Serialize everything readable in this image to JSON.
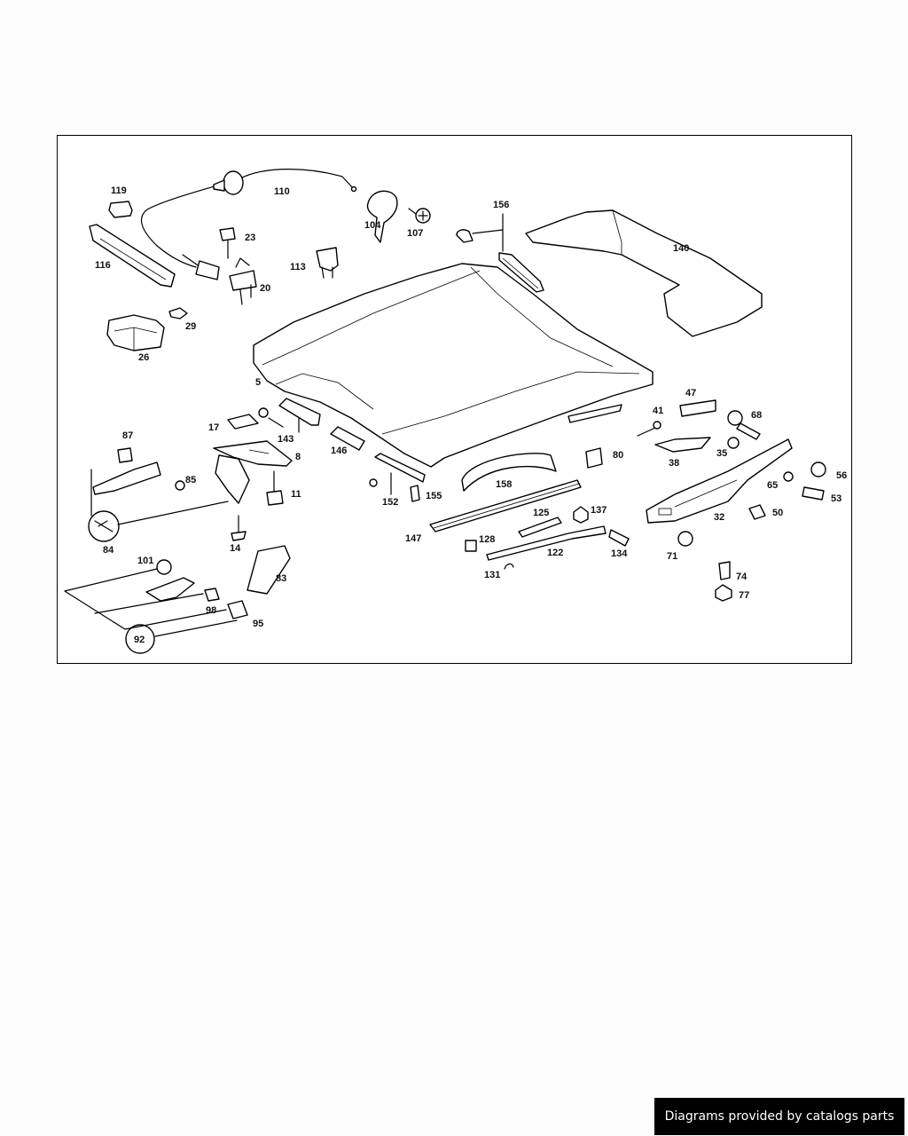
{
  "labels": {
    "p119": "119",
    "p110": "110",
    "p23": "23",
    "p104": "104",
    "p107": "107",
    "p156": "156",
    "p140": "140",
    "p116": "116",
    "p113": "113",
    "p20": "20",
    "p29": "29",
    "p26": "26",
    "p5": "5",
    "p47": "47",
    "p41": "41",
    "p68": "68",
    "p17": "17",
    "p143": "143",
    "p87": "87",
    "p8": "8",
    "p146": "146",
    "p80": "80",
    "p38": "38",
    "p35": "35",
    "p56": "56",
    "p85": "85",
    "p11": "11",
    "p158": "158",
    "p65": "65",
    "p53": "53",
    "p152": "152",
    "p155": "155",
    "p125": "125",
    "p137": "137",
    "p50": "50",
    "p32": "32",
    "p84": "84",
    "p14": "14",
    "p147": "147",
    "p128": "128",
    "p122": "122",
    "p134": "134",
    "p71": "71",
    "p101": "101",
    "p83": "83",
    "p131": "131",
    "p74": "74",
    "p77": "77",
    "p98": "98",
    "p95": "95",
    "p92": "92"
  },
  "footer": {
    "text": "Diagrams provided by catalogs parts"
  }
}
